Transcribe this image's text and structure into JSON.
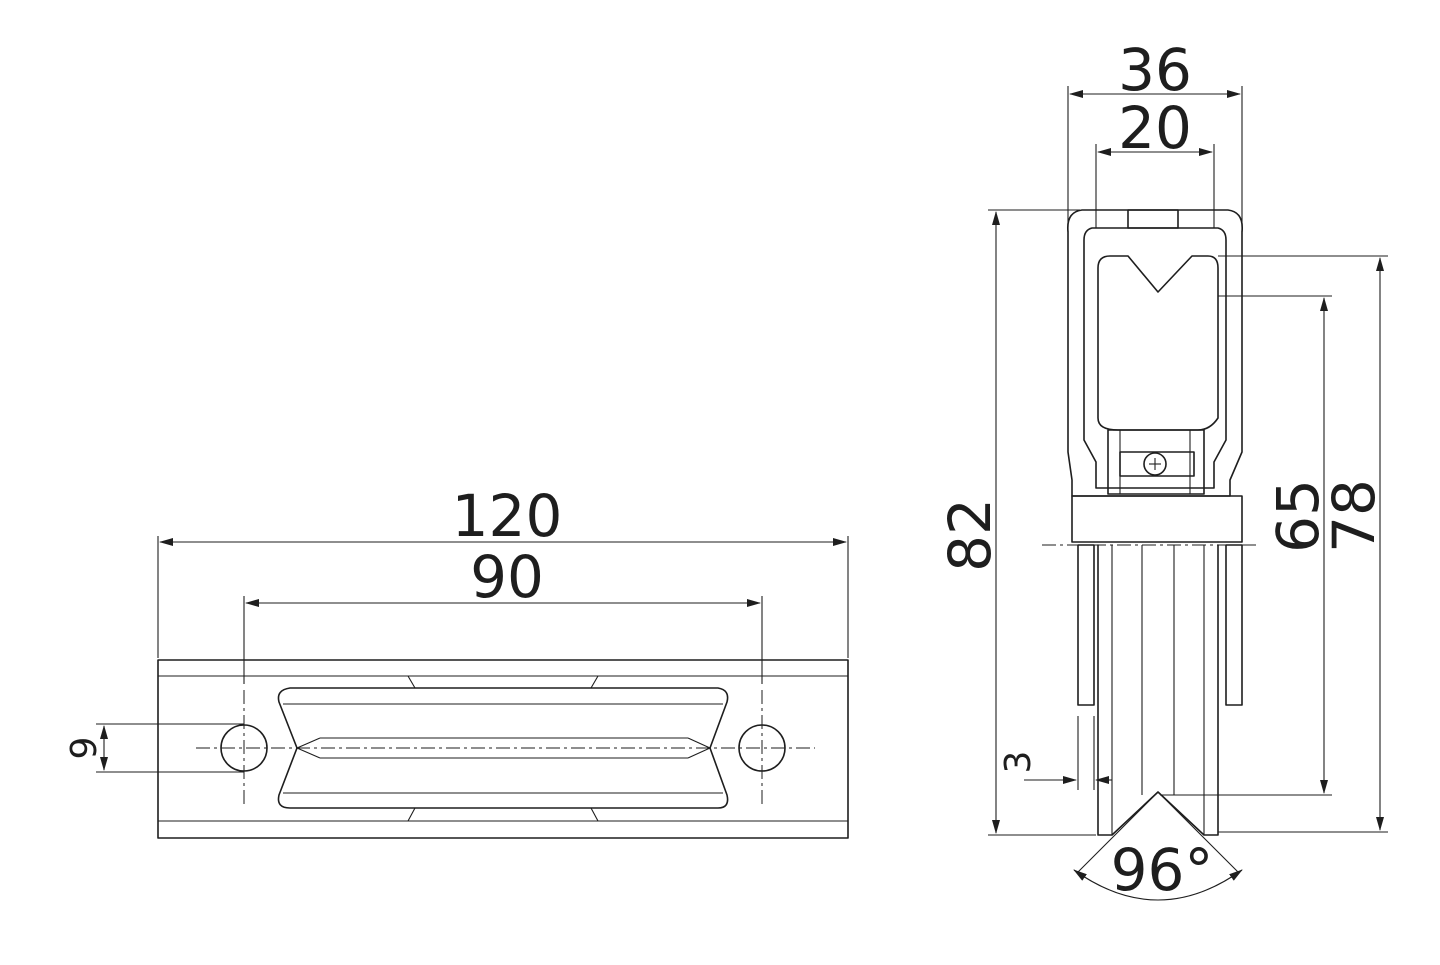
{
  "colors": {
    "line": "#1e1e1e",
    "background": "#ffffff"
  },
  "front_view": {
    "dimensions": {
      "overall_length": "120",
      "hole_spacing": "90",
      "hole_offset": "9"
    }
  },
  "side_view": {
    "dimensions": {
      "outer_width": "36",
      "inner_width": "20",
      "total_height": "82",
      "height_a": "65",
      "height_b": "78",
      "plate_thickness": "3",
      "groove_angle": "96°"
    }
  }
}
